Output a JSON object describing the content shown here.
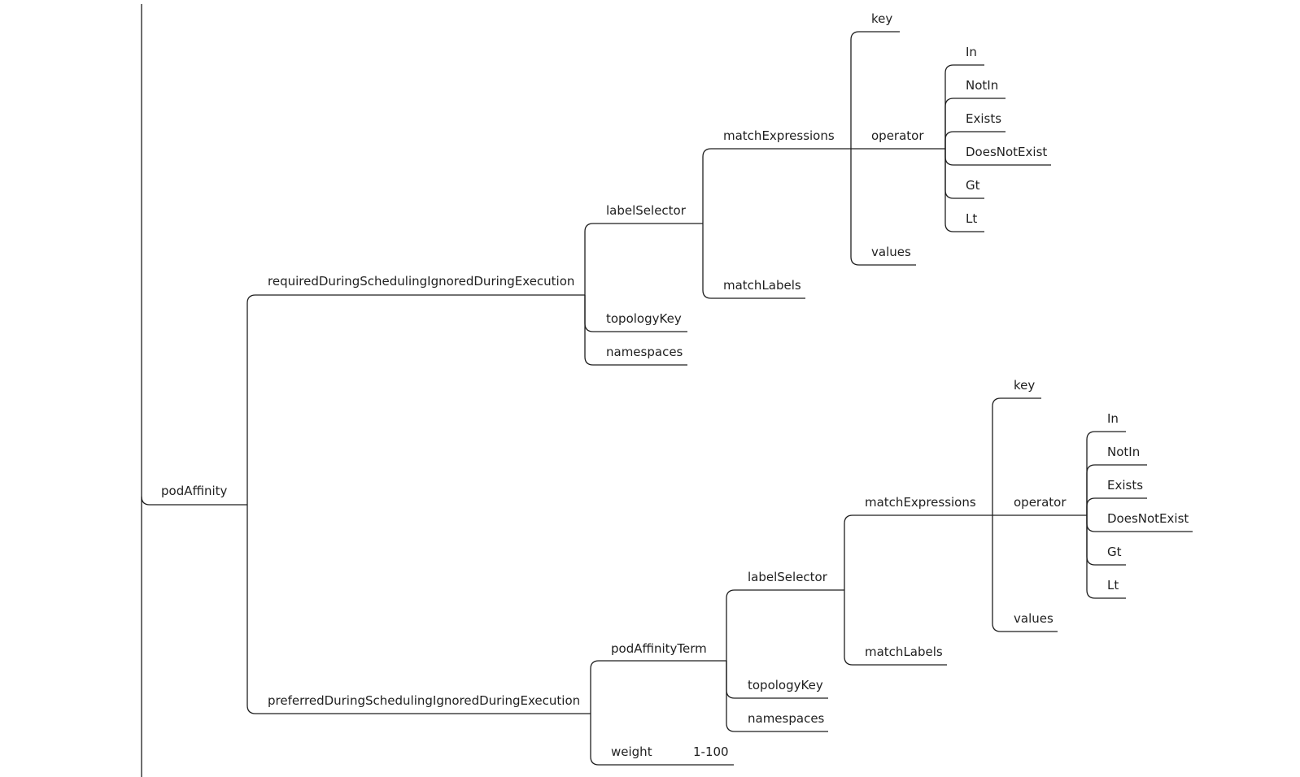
{
  "nodes": {
    "root": "podAffinity",
    "required": "requiredDuringSchedulingIgnoredDuringExecution",
    "preferred": "preferredDuringSchedulingIgnoredDuringExecution",
    "r_labelSelector": "labelSelector",
    "r_topologyKey": "topologyKey",
    "r_namespaces": "namespaces",
    "r_matchExpressions": "matchExpressions",
    "r_matchLabels": "matchLabels",
    "r_key": "key",
    "r_operator": "operator",
    "r_values": "values",
    "r_op_in": "In",
    "r_op_notin": "NotIn",
    "r_op_exists": "Exists",
    "r_op_doesnotexist": "DoesNotExist",
    "r_op_gt": "Gt",
    "r_op_lt": "Lt",
    "p_podAffinityTerm": "podAffinityTerm",
    "p_weight": "weight",
    "p_weight_range": "1-100",
    "p_labelSelector": "labelSelector",
    "p_topologyKey": "topologyKey",
    "p_namespaces": "namespaces",
    "p_matchExpressions": "matchExpressions",
    "p_matchLabels": "matchLabels",
    "p_key": "key",
    "p_operator": "operator",
    "p_values": "values",
    "p_op_in": "In",
    "p_op_notin": "NotIn",
    "p_op_exists": "Exists",
    "p_op_doesnotexist": "DoesNotExist",
    "p_op_gt": "Gt",
    "p_op_lt": "Lt"
  }
}
